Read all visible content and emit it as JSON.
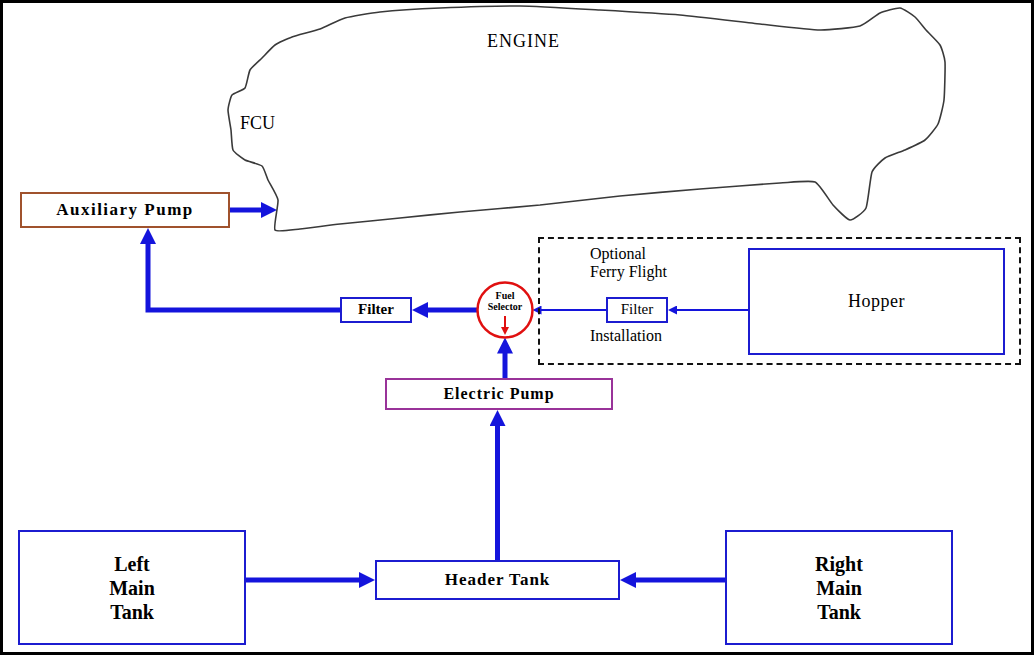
{
  "diagram": {
    "nodes": [
      {
        "text": [
          "ENGINE",
          "FCU"
        ]
      },
      {
        "text": [
          "Auxiliary Pump"
        ]
      },
      {
        "text": [
          "Optional Ferry Flight",
          "Installation"
        ]
      },
      {
        "text": [
          "Filter"
        ],
        "in": 2
      },
      {
        "text": [
          "Hopper"
        ],
        "in": 2
      },
      {
        "text": [
          "Fuel Selector"
        ]
      },
      {
        "text": [
          "Filter"
        ]
      },
      {
        "text": [
          "Electric Pump"
        ]
      },
      {
        "text": [
          "Left Main Tank"
        ]
      },
      {
        "text": [
          "Header Tank"
        ]
      },
      {
        "text": [
          "Right Main Tank"
        ]
      }
    ],
    "edges": [
      {
        "from": 8,
        "to": 9,
        "arrow": "to"
      },
      {
        "from": 10,
        "to": 9,
        "arrow": "to"
      },
      {
        "from": 9,
        "to": 7,
        "arrow": "to"
      },
      {
        "from": 7,
        "to": 5,
        "arrow": "to"
      },
      {
        "from": 4,
        "to": 3,
        "arrow": "to"
      },
      {
        "from": 3,
        "to": 5,
        "arrow": "to"
      },
      {
        "from": 5,
        "to": 6,
        "arrow": "to"
      },
      {
        "from": 6,
        "to": 1,
        "arrow": "to"
      },
      {
        "from": 1,
        "to": 0,
        "arrow": "to"
      }
    ]
  }
}
